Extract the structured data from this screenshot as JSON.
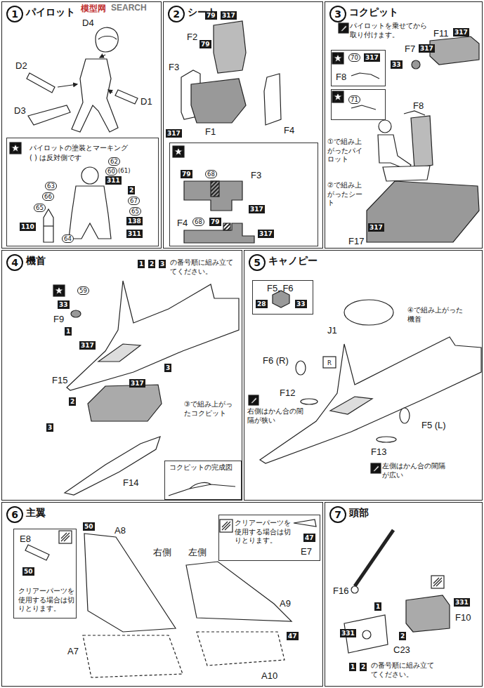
{
  "diagram": {
    "nodes": [
      {
        "text": [
          "1",
          "パイロット"
        ]
      },
      {
        "text": [
          "パイロットの塗装とマーキング",
          "( ) は反対側です",
          "62",
          "60",
          "(61)",
          "311",
          "63",
          "2",
          "66",
          "67",
          "65",
          "65",
          "138",
          "110",
          "64",
          "311"
        ],
        "in": 0
      },
      {
        "text": [
          "2",
          "シート"
        ]
      },
      {
        "text": [
          "79",
          "68",
          "F3",
          "317",
          "F4",
          "68",
          "79",
          "317"
        ],
        "in": 2
      },
      {
        "text": [
          "3",
          "コクピット"
        ]
      },
      {
        "text": [
          "70",
          "317",
          "F8"
        ],
        "in": 4
      },
      {
        "text": [
          "71"
        ],
        "in": 4
      },
      {
        "text": [
          "4",
          "機首"
        ]
      },
      {
        "text": [
          "コクピットの完成図"
        ],
        "in": 7
      },
      {
        "text": [
          "5",
          "キャノピー"
        ]
      },
      {
        "text": [
          "F5, F6",
          "28",
          "33"
        ],
        "in": 9
      },
      {
        "text": [
          "6",
          "主翼"
        ]
      },
      {
        "text": [
          "E8",
          "50",
          "クリアーパーツを使用する場合は切りとります。"
        ],
        "in": 11
      },
      {
        "text": [
          "クリアーパーツを使用する場合は切りとります。",
          "47",
          "E7"
        ],
        "in": 11
      },
      {
        "text": [
          "7",
          "頭部"
        ]
      }
    ],
    "labels": [
      "模型网",
      "SEARCH",
      "D4",
      "D2",
      "D1",
      "D3",
      "79",
      "317",
      "F2",
      "79",
      "F3",
      "317",
      "F1",
      "F4",
      "パイロットを乗せてから取り付けます。",
      "F11",
      "317",
      "F7",
      "317",
      "33",
      "F8",
      "①で組み上がったパイロット",
      "②で組み上がったシート",
      "317",
      "F17",
      "1",
      "2",
      "3",
      "の番号順に組み立ててください。",
      "59",
      "33",
      "F9",
      "1",
      "317",
      "317",
      "3",
      "F15",
      "2",
      "③で組み上がったコクピット",
      "3",
      "F14",
      "J1",
      "④で組み上がった機首",
      "F6 (R)",
      "R",
      "F12",
      "右側はかん合の間隔が狭い",
      "F5 (L)",
      "F13",
      "左側はかん合の間隔が広い",
      "50",
      "A8",
      "右側",
      "左側",
      "A9",
      "47",
      "A7",
      "A10",
      "F16",
      "1",
      "331",
      "F10",
      "331",
      "2",
      "C23",
      "1",
      "2",
      "の番号順に組み立ててください。"
    ]
  }
}
